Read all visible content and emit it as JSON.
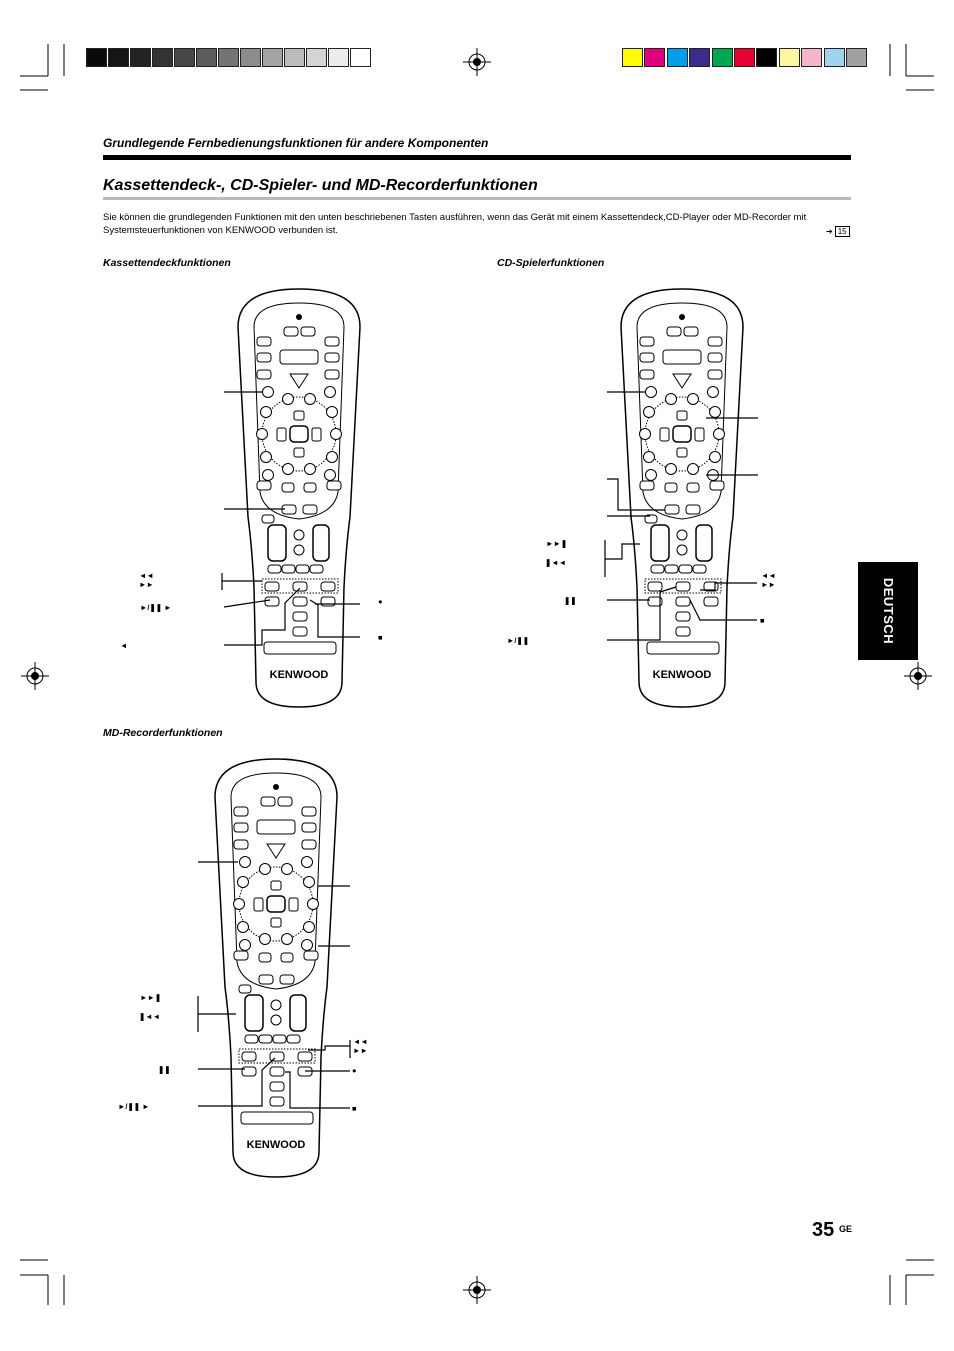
{
  "header": {
    "section_title": "Grundlegende Fernbedienungsfunktionen für andere Komponenten",
    "main_title": "Kassettendeck-, CD-Spieler- und MD-Recorderfunktionen",
    "intro_text": "Sie können die grundlegenden Funktionen mit den unten beschriebenen Tasten ausführen, wenn das Gerät mit einem Kassettendeck,CD-Player oder MD-Recorder mit Systemsteuerfunktionen von KENWOOD verbunden ist.",
    "page_ref": "15"
  },
  "sections": {
    "cassette": "Kassettendeckfunktionen",
    "cd": "CD-Spielerfunktionen",
    "md": "MD-Recorderfunktionen"
  },
  "remote": {
    "brand": "KENWOOD"
  },
  "cassette_labels": {
    "rew_ff": "◄◄\n►►",
    "play": "►/❚❚  ►",
    "reverse": "◄",
    "rec": "●",
    "stop": "■"
  },
  "cd_labels": {
    "next": "►►❚",
    "prev": "❚◄◄",
    "pause": "❚❚",
    "play": "►/❚❚",
    "rew_ff": "◄◄\n►►",
    "stop": "■"
  },
  "md_labels": {
    "next": "►►❚",
    "prev": "❚◄◄",
    "pause": "❚❚",
    "play": "►/❚❚  ►",
    "rew_ff": "◄◄\n►►",
    "rec": "●",
    "stop": "■"
  },
  "sidebar_label": "DEUTSCH",
  "page_number": "35",
  "page_suffix": "GE",
  "calibration": {
    "gray": [
      "#0a0a0a",
      "#151515",
      "#222222",
      "#333333",
      "#474747",
      "#5c5c5c",
      "#747474",
      "#8c8c8c",
      "#a4a4a4",
      "#bcbcbc",
      "#d4d4d4",
      "#ececec",
      "#ffffff"
    ],
    "color": [
      "#ffff00",
      "#e0007e",
      "#00a0e9",
      "#3c2a8c",
      "#00a651",
      "#e60033",
      "#000000",
      "#fff5a0",
      "#f5b3cc",
      "#9fd3f0",
      "#a0a0a0"
    ]
  }
}
